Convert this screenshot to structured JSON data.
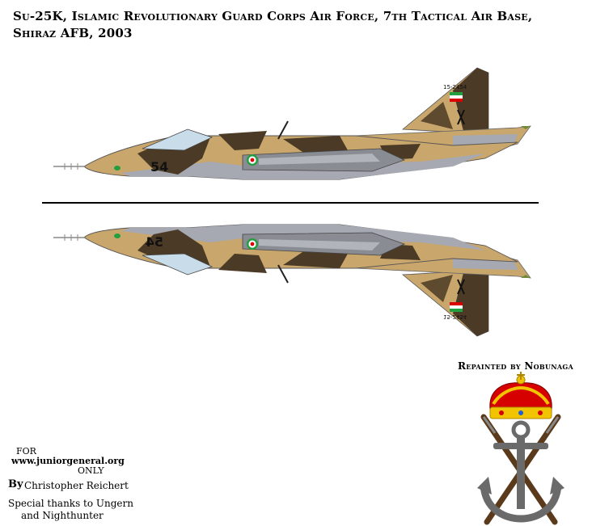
{
  "title_line1": "Su-25K, Islamic Revolutionary Guard Corps Air Force, 7th Tactical Air Base,",
  "title_line2": "Shiraz AFB, 2003",
  "aircraft_number": "54",
  "tail_serial": "15-2454",
  "repainted_by": "Repainted by Nobunaga",
  "footer": {
    "for_label": "FOR",
    "website": "www.juniorgeneral.org",
    "only_label": "ONLY",
    "by_label": "By",
    "author": "Christopher Reichert",
    "thanks_line1": "Special thanks to Ungern",
    "thanks_line2": "and Nighthunter"
  },
  "colors": {
    "sand": "#c9a66b",
    "dark_brown": "#4b3a25",
    "grey": "#a6a8b2",
    "iran_green": "#239f40",
    "iran_red": "#da0000"
  }
}
